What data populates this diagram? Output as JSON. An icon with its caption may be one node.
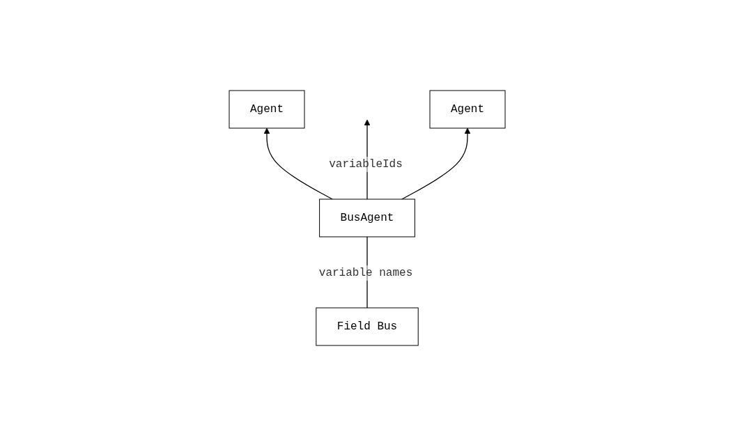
{
  "diagram": {
    "nodes": [
      {
        "text": [
          "Agent"
        ]
      },
      {
        "text": [
          "Agent"
        ]
      },
      {
        "text": [
          "BusAgent"
        ]
      },
      {
        "text": [
          "Field Bus"
        ]
      }
    ],
    "edges": [
      {
        "from": 2,
        "to": 0,
        "arrow": "to"
      },
      {
        "from": 2,
        "to": null,
        "label": "variableIds",
        "arrow": "to"
      },
      {
        "from": 2,
        "to": 1,
        "arrow": "to"
      },
      {
        "from": 3,
        "to": 2,
        "label": "variable names",
        "arrow": "none"
      }
    ]
  }
}
